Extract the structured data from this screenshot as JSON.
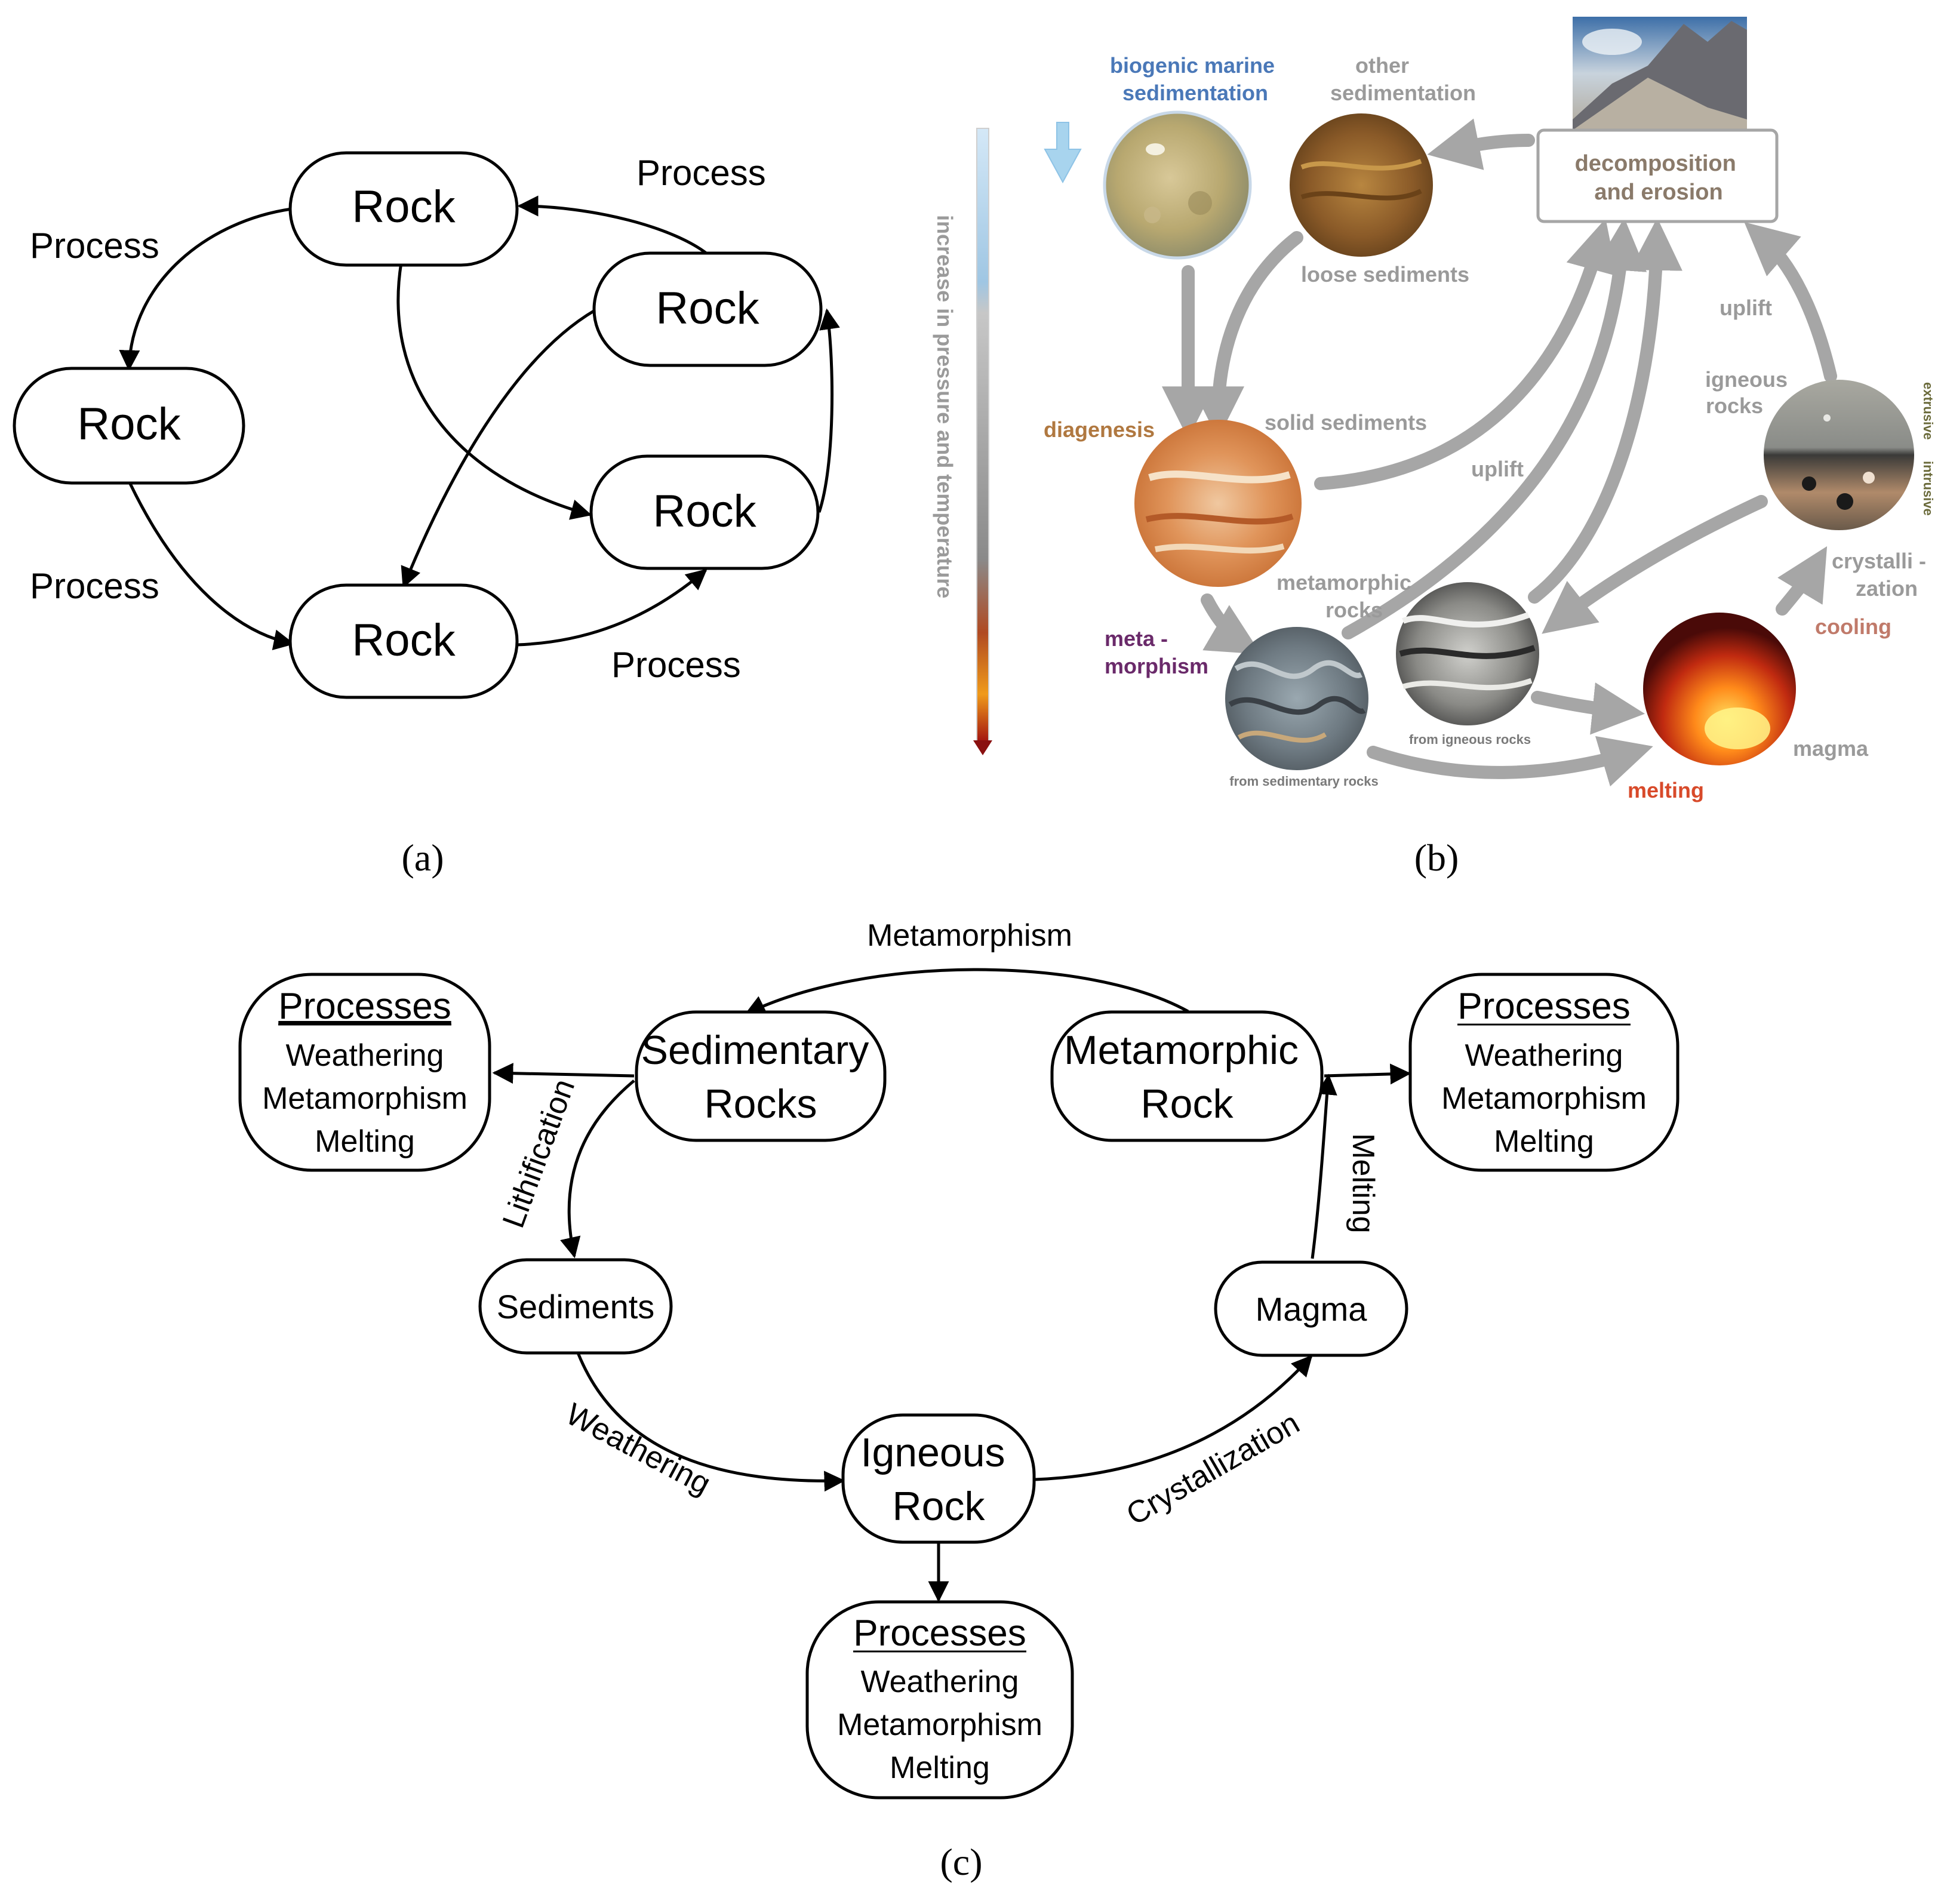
{
  "panel_a": {
    "caption": "(a)",
    "rock_label": "Rock",
    "process_label": "Process"
  },
  "panel_b": {
    "caption": "(b)",
    "gradient_label": "increase in pressure and temperature",
    "biogenic": [
      "biogenic marine",
      "sedimentation"
    ],
    "other_sed": [
      "other",
      "sedimentation"
    ],
    "decomposition": [
      "decomposition",
      "and erosion"
    ],
    "loose_sediments": "loose sediments",
    "uplift": "uplift",
    "igneous_rocks": [
      "igneous",
      "rocks"
    ],
    "extrusive": "extrusive",
    "intrusive": "intrusive",
    "diagenesis": "diagenesis",
    "solid_sediments": "solid sediments",
    "metamorphic_rocks": [
      "metamorphic",
      "rocks"
    ],
    "crystallization": [
      "crystalli -",
      "zation"
    ],
    "cooling": "cooling",
    "metamorphism": [
      "meta -",
      "morphism"
    ],
    "from_igneous": "from igneous rocks",
    "from_sedimentary": "from sedimentary rocks",
    "magma": "magma",
    "melting": "melting",
    "colors": {
      "blue": "#4a78b8",
      "brown": "#9a6a3a",
      "purple": "#6a2a6a",
      "red": "#d84a2a",
      "gray": "#9a9a9a"
    }
  },
  "panel_c": {
    "caption": "(c)",
    "sedimentary": [
      "Sedimentary",
      "Rocks"
    ],
    "metamorphic": [
      "Metamorphic",
      "Rock"
    ],
    "igneous": [
      "Igneous",
      "Rock"
    ],
    "sediments": "Sediments",
    "magma": "Magma",
    "processes_title": "Processes",
    "processes_items": [
      "Weathering",
      "Metamorphism",
      "Melting"
    ],
    "edge_metamorphism": "Metamorphism",
    "edge_lithification": "Lithification",
    "edge_weathering": "Weathering",
    "edge_crystallization": "Crystallization",
    "edge_melting": "Melting"
  }
}
